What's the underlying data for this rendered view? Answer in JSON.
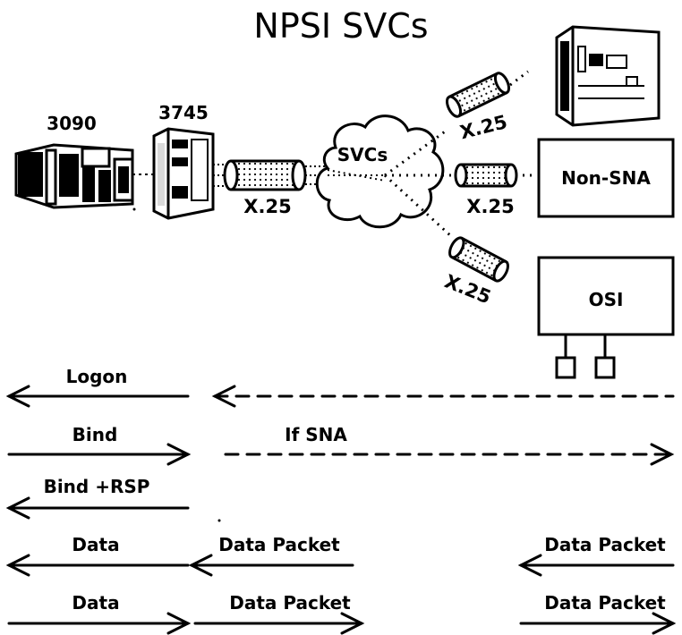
{
  "title": "NPSI SVCs",
  "devices": {
    "host": "3090",
    "controller": "3745",
    "cloud": "SVCs"
  },
  "links": {
    "main": "X.25",
    "upper": "X.25",
    "middle": "X.25",
    "lower": "X.25"
  },
  "endpoints": {
    "non_sna": "Non-SNA",
    "osi": "OSI"
  },
  "flows": {
    "logon": "Logon",
    "bind": "Bind",
    "if_sna": "If SNA",
    "bind_rsp": "Bind +RSP",
    "data_left": "Data",
    "data_packet_left_mid": "Data Packet",
    "data_packet_left_right": "Data Packet",
    "data_right": "Data",
    "data_packet_right_mid": "Data Packet",
    "data_packet_right_right": "Data Packet"
  }
}
